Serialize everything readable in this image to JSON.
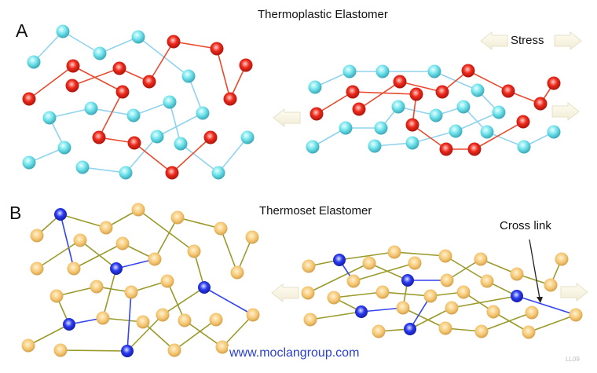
{
  "panel_a": {
    "label": "A",
    "title": "Thermoplastic Elastomer",
    "stress_label": "Stress"
  },
  "panel_b": {
    "label": "B",
    "title": "Thermoset Elastomer",
    "crosslink_label": "Cross link"
  },
  "footer": {
    "website": "www.moclangroup.com",
    "code": "LL09"
  },
  "colors": {
    "cyan": "#6fe3ea",
    "red": "#e8281c",
    "gold": "#f2c36e",
    "blue": "#2233dd",
    "cyan_line": "#8fd3ee",
    "red_line": "#e84a2e",
    "olive_line": "#9a9a2a",
    "blue_line": "#3344ee",
    "link": "#2a3fc8"
  }
}
